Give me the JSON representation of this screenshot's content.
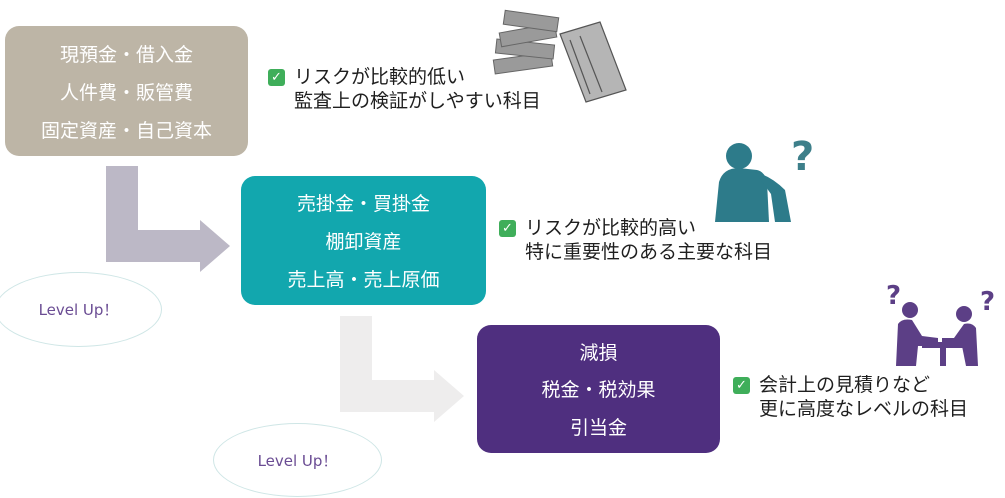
{
  "boxes": [
    {
      "lines": [
        "現預金・借入金",
        "人件費・販管費",
        "固定資産・自己資本"
      ],
      "color": "#bdb5a6"
    },
    {
      "lines": [
        "売掛金・買掛金",
        "棚卸資産",
        "売上高・売上原価"
      ],
      "color": "#12a7ae"
    },
    {
      "lines": [
        "減損",
        "税金・税効果",
        "引当金"
      ],
      "color": "#4f2f7f"
    }
  ],
  "notes": [
    {
      "line1": "リスクが比較的低い",
      "line2": "監査上の検証がしやすい科目"
    },
    {
      "line1": "リスクが比較的高い",
      "line2": "特に重要性のある主要な科目"
    },
    {
      "line1": "会計上の見積りなど",
      "line2": "更に高度なレベルの科目"
    }
  ],
  "level_up": [
    "Level Up！",
    "Level Up！"
  ],
  "icons": [
    "money-stack-icon",
    "thinking-person-icon",
    "business-meeting-icon"
  ],
  "colors": {
    "arrow1": "#bcb8c6",
    "arrow2": "#eeeded",
    "check": "#3fae5a"
  }
}
